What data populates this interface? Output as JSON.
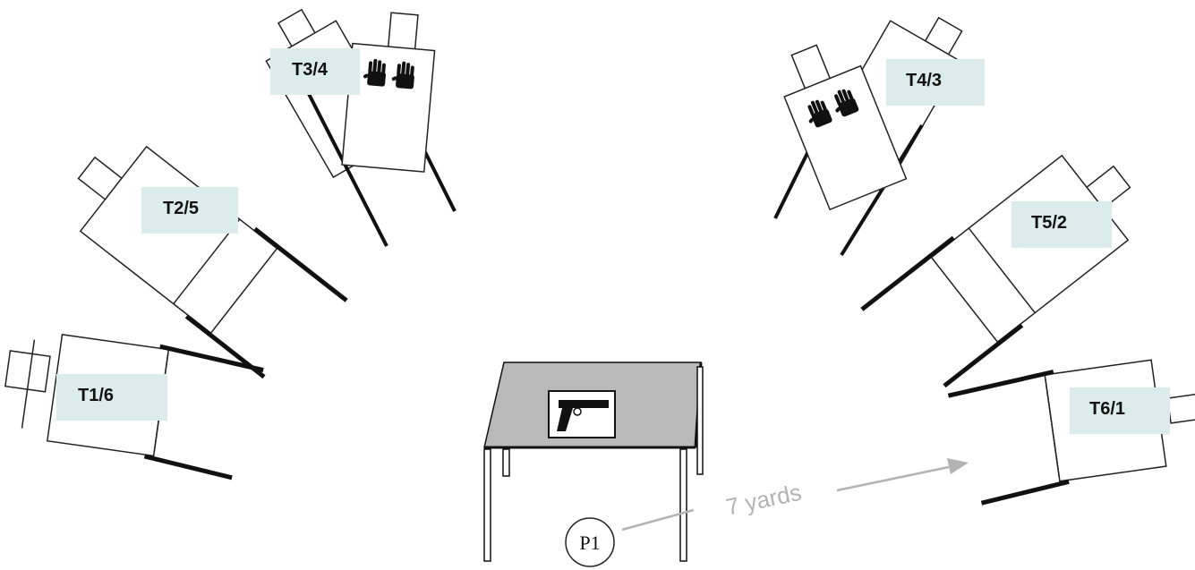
{
  "targets": [
    {
      "id": "t1",
      "label": "T1/6"
    },
    {
      "id": "t2",
      "label": "T2/5"
    },
    {
      "id": "t3",
      "label": "T3/4"
    },
    {
      "id": "t4",
      "label": "T4/3"
    },
    {
      "id": "t5",
      "label": "T5/2"
    },
    {
      "id": "t6",
      "label": "T6/1"
    }
  ],
  "shooter": {
    "label": "P1"
  },
  "distance": {
    "label": "7 yards"
  },
  "table": {
    "item": "pistol-icon"
  },
  "colors": {
    "label_bg": "#dcebec",
    "table_top": "#b9b9b9",
    "line": "#111111",
    "arrow": "#b3b3b3"
  }
}
